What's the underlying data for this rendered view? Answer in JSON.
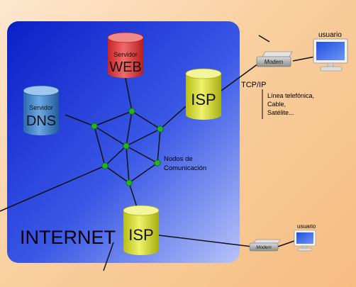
{
  "internet": {
    "label": "INTERNET"
  },
  "servers": {
    "web": {
      "line1": "Servidor",
      "line2": "WEB"
    },
    "dns": {
      "line1": "Servidor",
      "line2": "DNS"
    }
  },
  "isp_top": {
    "label": "ISP"
  },
  "isp_bottom": {
    "label": "ISP"
  },
  "nodes_label": {
    "line1": "Nodos de",
    "line2": "Comunicación"
  },
  "protocol": {
    "label": "TCP/IP"
  },
  "connection_types": [
    "Línea telefónica,",
    "Cable,",
    "Satélite..."
  ],
  "modem_top": {
    "label": "Modem"
  },
  "modem_bottom": {
    "label": "Modem"
  },
  "user_top": {
    "label": "usuario"
  },
  "user_bottom": {
    "label": "usuario"
  },
  "colors": {
    "cloud": "#1f3bd6",
    "node": "#22b422",
    "web_server": "#e03a3a",
    "dns_server": "#2f7cc4",
    "isp": "#d7dd2a",
    "screen": "#2f5fe0"
  }
}
